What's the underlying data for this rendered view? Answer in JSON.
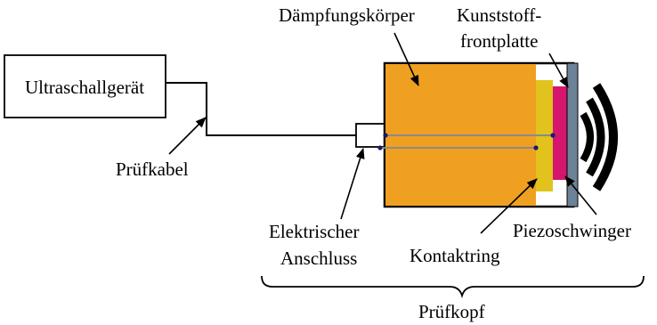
{
  "labels": {
    "device": "Ultraschallgerät",
    "cable": "Prüfkabel",
    "damping_body": "Dämpfungskörper",
    "front_plate_line1": "Kunststoff-",
    "front_plate_line2": "frontplatte",
    "connector_line1": "Elektrischer",
    "connector_line2": "Anschluss",
    "contact_ring": "Kontaktring",
    "piezo": "Piezoschwinger",
    "probe": "Prüfkopf"
  },
  "colors": {
    "damping_body": "#F0A020",
    "contact_ring": "#E2C21C",
    "piezo": "#D4166E",
    "front_plate": "#6C8297",
    "outline": "#000000",
    "inner_wire": "#8A8A8A",
    "dot": "#1A1A6A"
  },
  "icons": {
    "waves": "ultrasound-waves-icon"
  }
}
